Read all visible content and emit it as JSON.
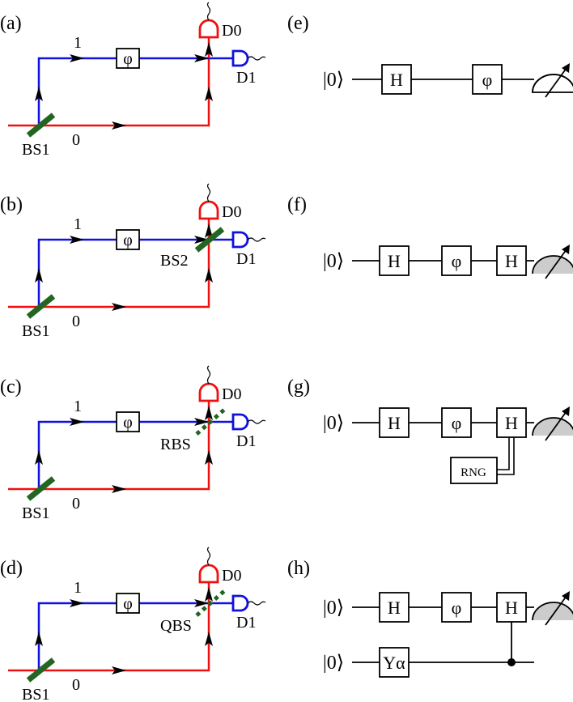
{
  "panels": {
    "a": {
      "label": "(a)",
      "path0": "0",
      "path1": "1",
      "phase": "φ",
      "splitter1": "BS1",
      "det0": "D0",
      "det1": "D1"
    },
    "b": {
      "label": "(b)",
      "path0": "0",
      "path1": "1",
      "phase": "φ",
      "splitter1": "BS1",
      "splitter2": "BS2",
      "det0": "D0",
      "det1": "D1"
    },
    "c": {
      "label": "(c)",
      "path0": "0",
      "path1": "1",
      "phase": "φ",
      "splitter1": "BS1",
      "splitter2": "RBS",
      "det0": "D0",
      "det1": "D1"
    },
    "d": {
      "label": "(d)",
      "path0": "0",
      "path1": "1",
      "phase": "φ",
      "splitter1": "BS1",
      "splitter2": "QBS",
      "det0": "D0",
      "det1": "D1"
    },
    "e": {
      "label": "(e)",
      "ket": "|0⟩",
      "gates": [
        "H",
        "φ"
      ]
    },
    "f": {
      "label": "(f)",
      "ket": "|0⟩",
      "gates": [
        "H",
        "φ",
        "H"
      ]
    },
    "g": {
      "label": "(g)",
      "ket": "|0⟩",
      "gates": [
        "H",
        "φ",
        "H"
      ],
      "rng": "RNG"
    },
    "h": {
      "label": "(h)",
      "ket": "|0⟩",
      "ket2": "|0⟩",
      "gates": [
        "H",
        "φ",
        "H"
      ],
      "ygate": "Yα"
    }
  },
  "colors": {
    "path0": "#ee1111",
    "path1": "#1111dd",
    "splitter": "#226622",
    "meter_fill": "#cccccc"
  }
}
